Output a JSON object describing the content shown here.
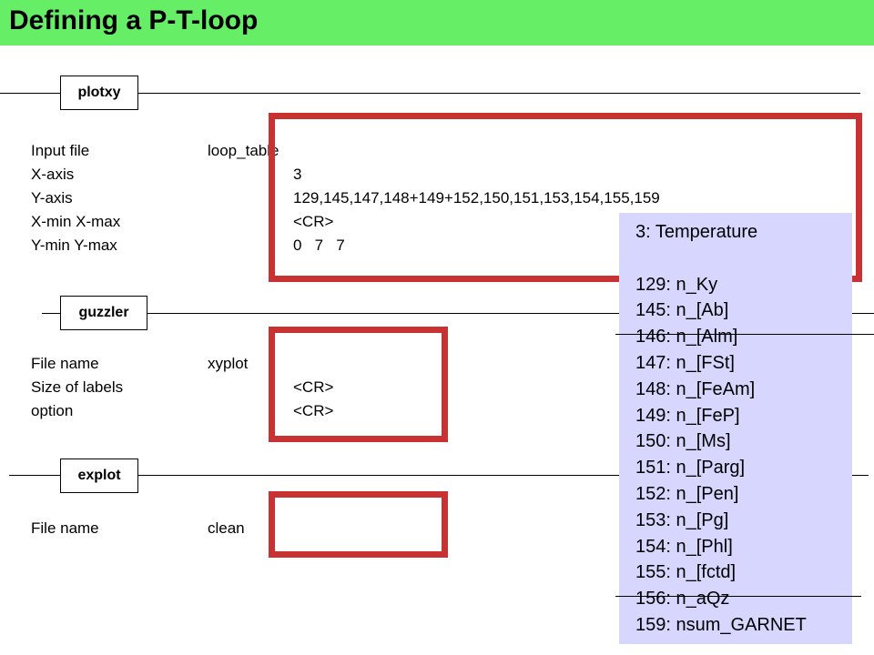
{
  "title": "Defining a P-T-loop",
  "sections": {
    "plotxy": {
      "label": "plotxy",
      "rows": [
        {
          "label": "Input file",
          "value": "loop_table"
        },
        {
          "label": "X-axis",
          "value": "3"
        },
        {
          "label": "Y-axis",
          "value": "129,145,147,148+149+152,150,151,153,154,155,159"
        },
        {
          "label": "X-min X-max",
          "value": "<CR>"
        },
        {
          "label": "Y-min Y-max",
          "value": "0   7   7"
        }
      ]
    },
    "guzzler": {
      "label": "guzzler",
      "rows": [
        {
          "label": "File name",
          "value": "xyplot"
        },
        {
          "label": "Size of labels",
          "value": "<CR>"
        },
        {
          "label": "option",
          "value": "<CR>"
        }
      ]
    },
    "explot": {
      "label": "explot",
      "rows": [
        {
          "label": "File name",
          "value": "clean"
        }
      ]
    }
  },
  "legend": {
    "header": "3: Temperature",
    "items": [
      "129: n_Ky",
      "145: n_[Ab]",
      "146: n_[Alm]",
      "147: n_[FSt]",
      "148: n_[FeAm]",
      "149: n_[FeP]",
      "150: n_[Ms]",
      "151: n_[Parg]",
      "152: n_[Pen]",
      "153: n_[Pg]",
      "154: n_[Phl]",
      "155: n_[fctd]",
      "156: n_aQz",
      "159: nsum_GARNET"
    ]
  },
  "colors": {
    "title_bar": "#66ee66",
    "highlight_box": "#c83232",
    "legend_background": "#d6d6ff"
  }
}
